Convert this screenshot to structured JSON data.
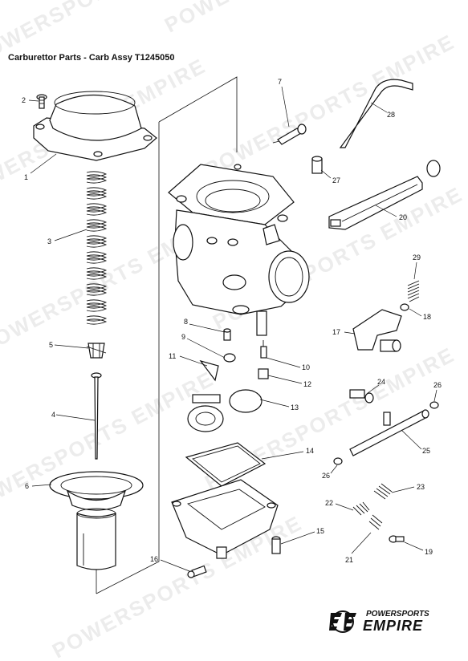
{
  "title": "Carburettor Parts - Carb Assy T1245050",
  "watermark_text": "POWERSPORTS EMPIRE",
  "logo": {
    "top_text": "POWERSPORTS",
    "bottom_text": "EMPIRE"
  },
  "callouts": {
    "c1": "1",
    "c2": "2",
    "c3": "3",
    "c4": "4",
    "c5": "5",
    "c6": "6",
    "c7": "7",
    "c8": "8",
    "c9": "9",
    "c10": "10",
    "c11": "11",
    "c12": "12",
    "c13": "13",
    "c14": "14",
    "c15": "15",
    "c16": "16",
    "c17": "17",
    "c18": "18",
    "c19": "19",
    "c20": "20",
    "c21": "21",
    "c22": "22",
    "c23": "23",
    "c24": "24",
    "c25": "25",
    "c26a": "26",
    "c26b": "26",
    "c27": "27",
    "c28": "28",
    "c29": "29"
  }
}
